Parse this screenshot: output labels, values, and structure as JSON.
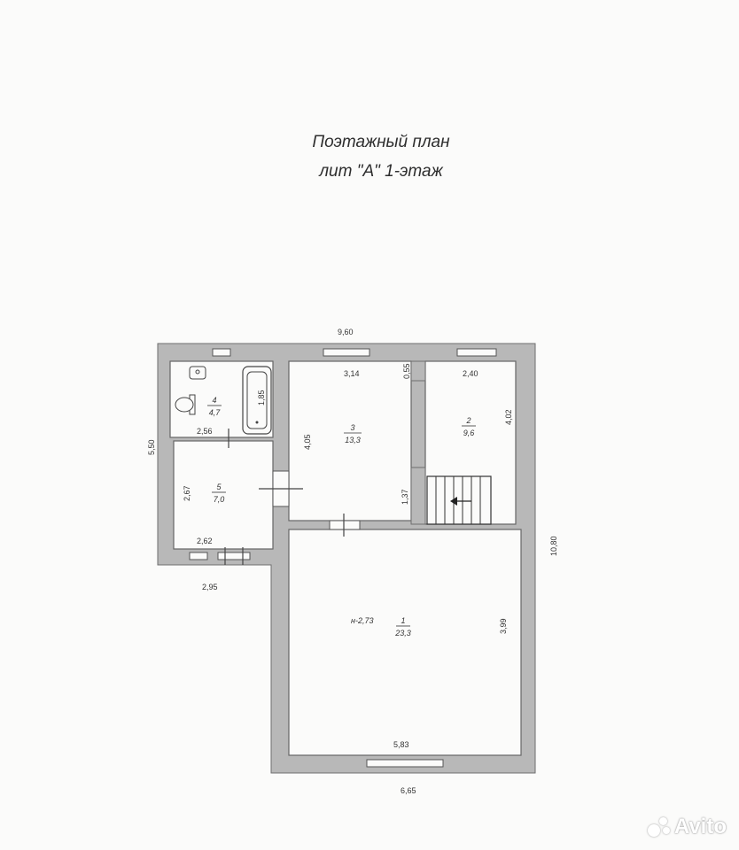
{
  "title": {
    "line1": "Поэтажный план",
    "line2": "лит \"А\" 1-этаж"
  },
  "dimensions": {
    "total_width": "9,60",
    "left_height": "5,50",
    "right_height": "10,80",
    "bottom_width": "6,65",
    "lower_left_width": "2,95",
    "d314": "3,14",
    "d055": "0,55",
    "d240": "2,40",
    "d402": "4,02",
    "d185": "1,85",
    "d256": "2,56",
    "d405": "4,05",
    "d267": "2,67",
    "d137": "1,37",
    "d262": "2,62",
    "d399": "3,99",
    "d583": "5,83",
    "height": "н-2,73"
  },
  "rooms": [
    {
      "number": "1",
      "area": "23,3"
    },
    {
      "number": "2",
      "area": "9,6"
    },
    {
      "number": "3",
      "area": "13,3"
    },
    {
      "number": "4",
      "area": "4,7"
    },
    {
      "number": "5",
      "area": "7,0"
    }
  ],
  "watermark": {
    "text": "Avito"
  }
}
